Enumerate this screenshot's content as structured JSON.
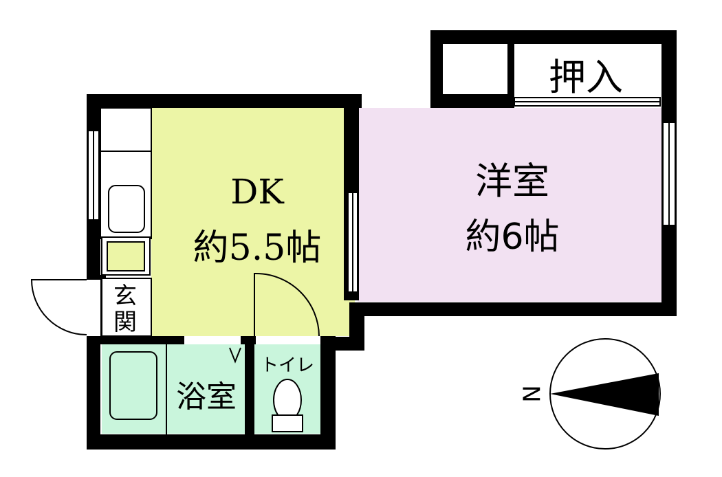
{
  "rooms": {
    "dk": {
      "name": "DK",
      "size": "約5.5帖",
      "fill": "#ecf5a6"
    },
    "western": {
      "name": "洋室",
      "size": "約6帖",
      "fill": "#f2e1f2"
    },
    "closet": {
      "name": "押入"
    },
    "entrance": {
      "name_top": "玄",
      "name_bottom": "関"
    },
    "bath": {
      "name": "浴室",
      "fill": "#c9f5dc"
    },
    "toilet": {
      "name": "トイレ",
      "fill": "#c9f5dc"
    }
  },
  "compass": {
    "label": "N"
  },
  "colors": {
    "wall": "#000000",
    "background": "#ffffff"
  }
}
